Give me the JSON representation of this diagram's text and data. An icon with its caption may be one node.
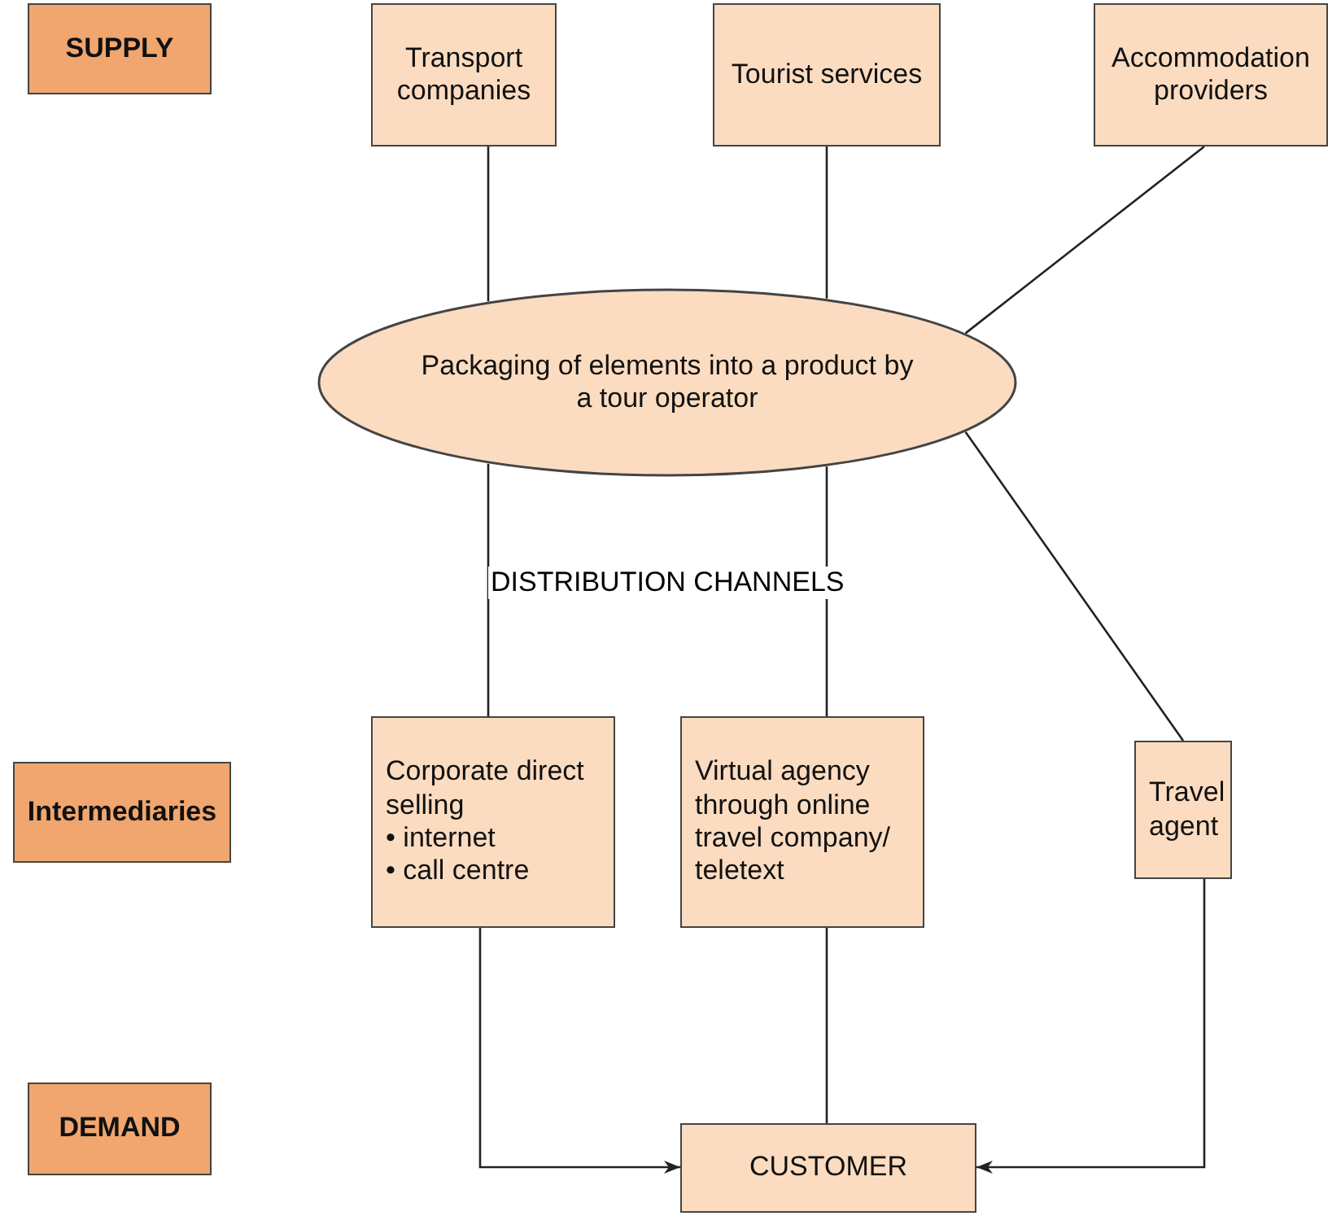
{
  "diagram": {
    "nodes": [
      {
        "text": [
          "SUPPLY"
        ]
      },
      {
        "text": [
          "Transport companies"
        ]
      },
      {
        "text": [
          "Tourist services"
        ]
      },
      {
        "text": [
          "Accommodation providers"
        ]
      },
      {
        "text": [
          "Packaging of elements into a product by a tour operator"
        ]
      },
      {
        "text": [
          "Intermediaries"
        ]
      },
      {
        "text": [
          "Corporate direct selling",
          "• internet",
          "• call centre"
        ]
      },
      {
        "text": [
          "Virtual agency through online travel company/ teletext"
        ]
      },
      {
        "text": [
          "Travel agent"
        ]
      },
      {
        "text": [
          "DEMAND"
        ]
      },
      {
        "text": [
          "CUSTOMER"
        ]
      }
    ],
    "edges": [
      {
        "from": 1,
        "to": 4,
        "arrow": "none"
      },
      {
        "from": 2,
        "to": 4,
        "arrow": "none"
      },
      {
        "from": 3,
        "to": 4,
        "arrow": "none"
      },
      {
        "from": 4,
        "to": 6,
        "arrow": "none"
      },
      {
        "from": 4,
        "to": 7,
        "arrow": "none"
      },
      {
        "from": 4,
        "to": 8,
        "arrow": "none"
      },
      {
        "from": 6,
        "to": 10,
        "arrow": "to"
      },
      {
        "from": 7,
        "to": 10,
        "arrow": "none"
      },
      {
        "from": 8,
        "to": 10,
        "arrow": "to"
      }
    ],
    "labels": [
      "DISTRIBUTION CHANNELS"
    ]
  }
}
